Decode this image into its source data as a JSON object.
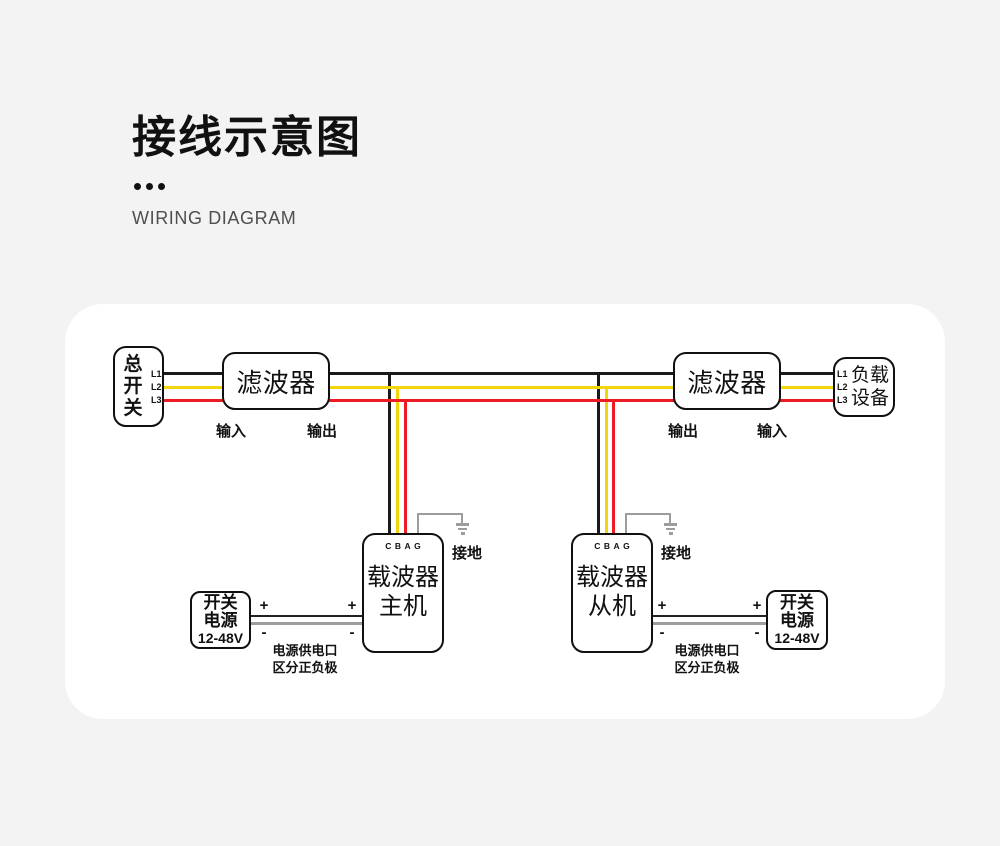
{
  "header": {
    "title": "接线示意图",
    "subtitle": "WIRING DIAGRAM"
  },
  "diagram": {
    "main_switch": {
      "label": "总开关",
      "terminals": [
        "L1",
        "L2",
        "L3"
      ]
    },
    "left_filter": {
      "label": "滤波器",
      "left_port": "输入",
      "right_port": "输出"
    },
    "right_filter": {
      "label": "滤波器",
      "left_port": "输出",
      "right_port": "输入"
    },
    "load_device": {
      "line1": "负载",
      "line2": "设备",
      "terminals": [
        "L1",
        "L2",
        "L3"
      ]
    },
    "carrier_master": {
      "port": "CBAG",
      "line1": "载波器",
      "line2": "主机",
      "ground": "接地"
    },
    "carrier_slave": {
      "port": "CBAG",
      "line1": "载波器",
      "line2": "从机",
      "ground": "接地"
    },
    "psu_left": {
      "line1": "开关",
      "line2": "电源",
      "line3": "12-48V"
    },
    "psu_right": {
      "line1": "开关",
      "line2": "电源",
      "line3": "12-48V"
    },
    "power_note_left": {
      "line1": "电源供电口",
      "line2": "区分正负极"
    },
    "power_note_right": {
      "line1": "电源供电口",
      "line2": "区分正负极"
    },
    "plus": "+",
    "minus": "-",
    "wire_colors": {
      "l1": "#1a1a1a",
      "l2": "#f2d50a",
      "l3": "#ed1c24",
      "ground": "#9c9c9c",
      "power_pos": "#222222",
      "power_neg": "#9e9e9e"
    }
  }
}
